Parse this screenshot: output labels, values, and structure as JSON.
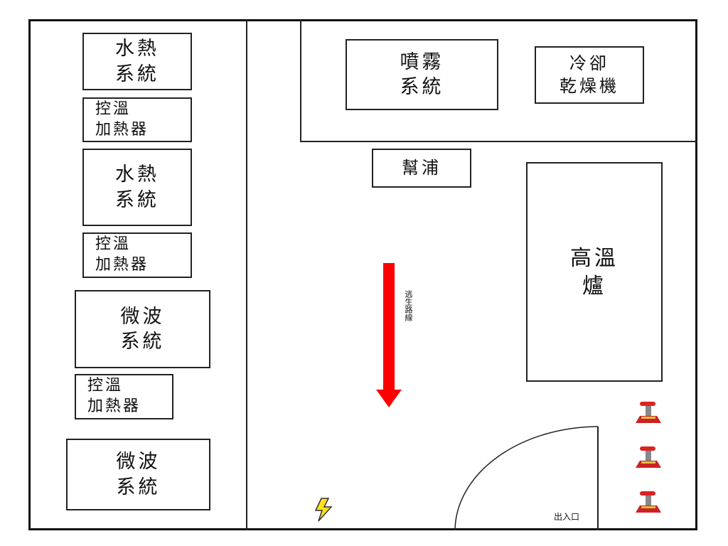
{
  "rooms": {
    "left": [
      {
        "label": "水熱\n系統"
      },
      {
        "label": "控溫\n加熱器"
      },
      {
        "label": "水熱\n系統"
      },
      {
        "label": "控溫\n加熱器"
      },
      {
        "label": "微波\n系統"
      },
      {
        "label": "控溫\n加熱器"
      },
      {
        "label": "微波\n系統"
      }
    ],
    "spray": "噴霧\n系統",
    "dryer": "冷卻\n乾燥機",
    "pump": "幫浦",
    "furnace": "高溫\n爐"
  },
  "escape_route": {
    "label": "逃生路線",
    "color": "#ff0000"
  },
  "exit": {
    "label": "出入口"
  },
  "icons": {
    "power": "lightning-icon",
    "extinguisher": "fire-extinguisher-icon",
    "count": 3
  }
}
